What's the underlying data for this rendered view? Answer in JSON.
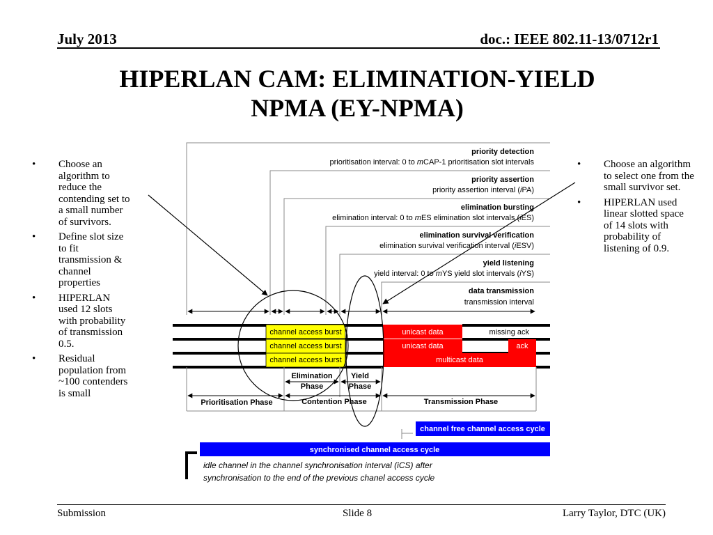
{
  "header": {
    "date": "July 2013",
    "doc": "doc.: IEEE 802.11-13/0712r1"
  },
  "title": {
    "line1": "HIPERLAN CAM: ELIMINATION-YIELD",
    "line2": "NPMA (EY-NPMA)"
  },
  "left_bullets": [
    "Choose an algorithm to reduce the contending set to a small number of survivors.",
    "Define slot size to fit transmission & channel properties",
    "HIPERLAN used 12 slots with probability of transmission 0.5.",
    "Residual population from ~100 contenders is small"
  ],
  "right_bullets": [
    "Choose an algorithm to select one from the small survivor set.",
    "HIPERLAN used linear slotted space of 14 slots with probability of listening of 0.9."
  ],
  "bullet_glyph": "•",
  "diagram": {
    "steps": [
      {
        "title": "priority detection",
        "pre": "prioritisation interval: 0 to ",
        "ital": "m",
        "post": "CAP-1 prioritisation slot intervals"
      },
      {
        "title": "priority assertion",
        "pre": "priority assertion interval (",
        "ital": "i",
        "post": "PA)"
      },
      {
        "title": "elimination bursting",
        "pre": "elimination interval: 0 to ",
        "ital": "m",
        "post": "ES elimination slot intervals (",
        "ital2": "i",
        "post2": "ES)"
      },
      {
        "title": "elimination survival verification",
        "pre": "elimination survival verification interval (",
        "ital": "i",
        "post": "ESV)"
      },
      {
        "title": "yield listening",
        "pre": "yield interval: 0 to ",
        "ital": "m",
        "post": "YS yield slot intervals (",
        "ital2": "i",
        "post2": "YS)"
      },
      {
        "title": "data transmission",
        "pre": "transmission interval",
        "ital": "",
        "post": ""
      }
    ],
    "lanes": [
      {
        "burst": "channel access burst",
        "data": "unicast data",
        "tail": "missing ack"
      },
      {
        "burst": "channel access burst",
        "data": "unicast data",
        "tail": "ack"
      },
      {
        "burst": "channel access burst",
        "data": "multicast data",
        "tail": ""
      }
    ],
    "phases": {
      "elimination": [
        "Elimination",
        "Phase"
      ],
      "yield": [
        "Yield",
        "Phase"
      ],
      "prioritisation": "Prioritisation Phase",
      "contention": "Contention Phase",
      "transmission": "Transmission Phase"
    },
    "cycles": {
      "free": "channel free channel access cycle",
      "sync": "synchronised channel access cycle",
      "idle_line1": "idle channel in the channel synchronisation interval (iCS) after",
      "idle_line2": "synchronisation to the end of the previous chanel access cycle"
    },
    "colors": {
      "burst": "#ffff00",
      "data": "#ff0000",
      "cycle": "#0000ff",
      "data_text": "#ffffff"
    }
  },
  "footer": {
    "left": "Submission",
    "middle": "Slide 8",
    "right": "Larry Taylor, DTC (UK)"
  }
}
